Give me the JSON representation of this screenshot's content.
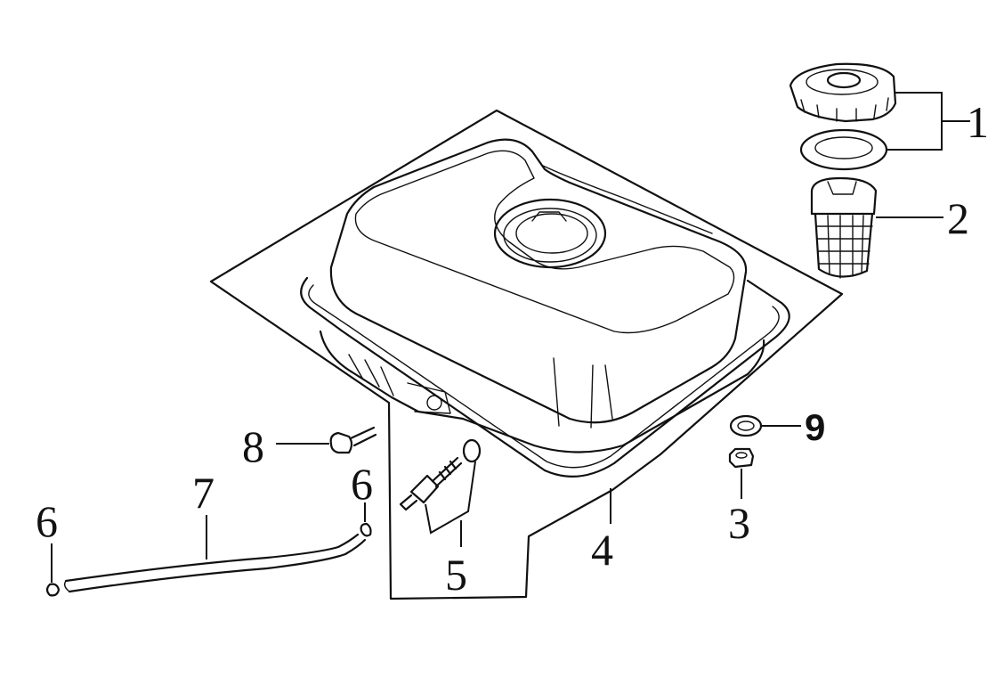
{
  "callouts": [
    {
      "id": "1",
      "text": "1"
    },
    {
      "id": "2",
      "text": "2"
    },
    {
      "id": "3",
      "text": "3"
    },
    {
      "id": "4",
      "text": "4"
    },
    {
      "id": "5",
      "text": "5"
    },
    {
      "id": "6a",
      "text": "6"
    },
    {
      "id": "6b",
      "text": "6"
    },
    {
      "id": "7",
      "text": "7"
    },
    {
      "id": "8",
      "text": "8"
    },
    {
      "id": "9",
      "text": "9"
    }
  ]
}
